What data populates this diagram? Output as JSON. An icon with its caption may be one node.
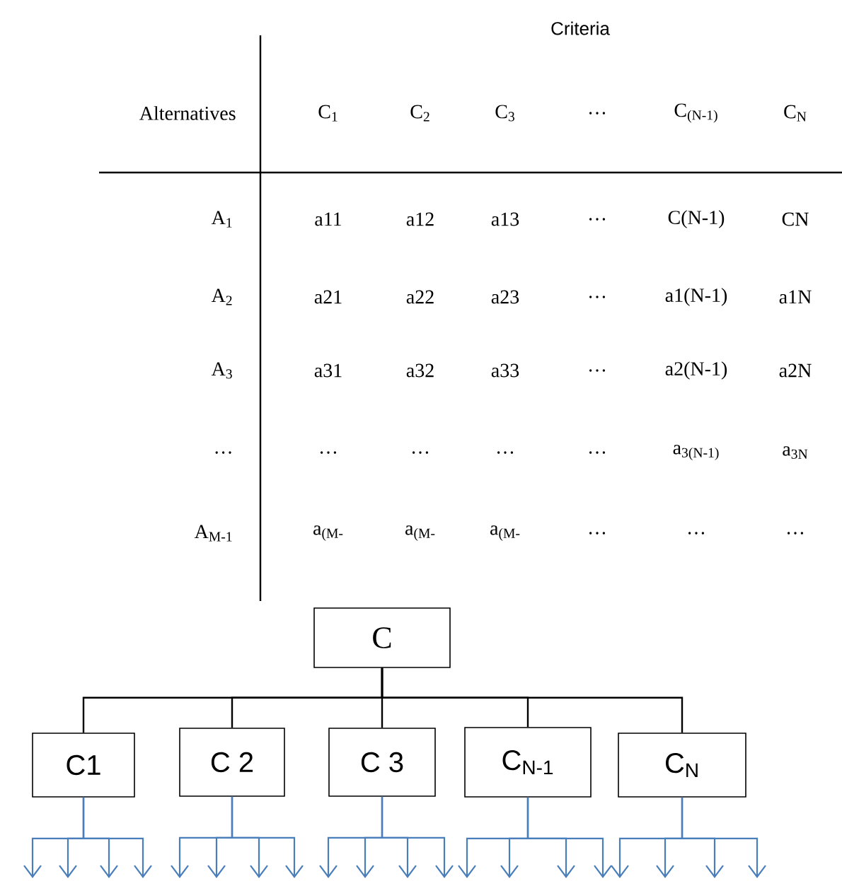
{
  "diagram": {
    "nodes": [
      {
        "text": [
          "C"
        ]
      },
      {
        "text": [
          "C1"
        ]
      },
      {
        "text": [
          "C 2"
        ]
      },
      {
        "text": [
          "C 3"
        ]
      },
      {
        "text": [
          "C$_{N-1}$"
        ]
      },
      {
        "text": [
          "C$_{N}$"
        ]
      }
    ],
    "edges": [
      {
        "from": 0,
        "to": 1,
        "arrow": "none",
        "color": "#000000"
      },
      {
        "from": 0,
        "to": 2,
        "arrow": "none",
        "color": "#000000"
      },
      {
        "from": 0,
        "to": 3,
        "arrow": "none",
        "color": "#000000"
      },
      {
        "from": 0,
        "to": 4,
        "arrow": "none",
        "color": "#000000"
      },
      {
        "from": 0,
        "to": 5,
        "arrow": "none",
        "color": "#000000"
      },
      {
        "from": 1,
        "to": null,
        "arrow": "to",
        "color": "#4a7ebb"
      },
      {
        "from": 1,
        "to": null,
        "arrow": "to",
        "color": "#4a7ebb"
      },
      {
        "from": 1,
        "to": null,
        "arrow": "to",
        "color": "#4a7ebb"
      },
      {
        "from": 1,
        "to": null,
        "arrow": "to",
        "color": "#4a7ebb"
      },
      {
        "from": 2,
        "to": null,
        "arrow": "to",
        "color": "#4a7ebb"
      },
      {
        "from": 2,
        "to": null,
        "arrow": "to",
        "color": "#4a7ebb"
      },
      {
        "from": 2,
        "to": null,
        "arrow": "to",
        "color": "#4a7ebb"
      },
      {
        "from": 2,
        "to": null,
        "arrow": "to",
        "color": "#4a7ebb"
      },
      {
        "from": 3,
        "to": null,
        "arrow": "to",
        "color": "#4a7ebb"
      },
      {
        "from": 3,
        "to": null,
        "arrow": "to",
        "color": "#4a7ebb"
      },
      {
        "from": 3,
        "to": null,
        "arrow": "to",
        "color": "#4a7ebb"
      },
      {
        "from": 3,
        "to": null,
        "arrow": "to",
        "color": "#4a7ebb"
      },
      {
        "from": 4,
        "to": null,
        "arrow": "to",
        "color": "#4a7ebb"
      },
      {
        "from": 4,
        "to": null,
        "arrow": "to",
        "color": "#4a7ebb"
      },
      {
        "from": 4,
        "to": null,
        "arrow": "to",
        "color": "#4a7ebb"
      },
      {
        "from": 4,
        "to": null,
        "arrow": "to",
        "color": "#4a7ebb"
      },
      {
        "from": 5,
        "to": null,
        "arrow": "to",
        "color": "#4a7ebb"
      },
      {
        "from": 5,
        "to": null,
        "arrow": "to",
        "color": "#4a7ebb"
      },
      {
        "from": 5,
        "to": null,
        "arrow": "to",
        "color": "#4a7ebb"
      },
      {
        "from": 5,
        "to": null,
        "arrow": "to",
        "color": "#4a7ebb"
      }
    ],
    "labels": [
      "Criteria",
      "Alternatives",
      "C$_{1}$",
      "C$_{2}$",
      "C$_{3}$",
      "…",
      "C$_{(N-1)}$",
      "C$_{N}$",
      "A$_{1}$",
      "a11",
      "a12",
      "a13",
      "…",
      "C(N-1)",
      "CN",
      "A$_{2}$",
      "a21",
      "a22",
      "a23",
      "…",
      "a1(N-1)",
      "a1N",
      "A$_{3}$",
      "a31",
      "a32",
      "a33",
      "…",
      "a2(N-1)",
      "a2N",
      "…",
      "…",
      "…",
      "…",
      "…",
      "a$_{3(N-1)}$",
      "a$_{3N}$",
      "A$_{M-1}$",
      "a$_{(M-}$",
      "a$_{(M-}$",
      "a$_{(M-}$",
      "…",
      "…",
      "…"
    ]
  }
}
